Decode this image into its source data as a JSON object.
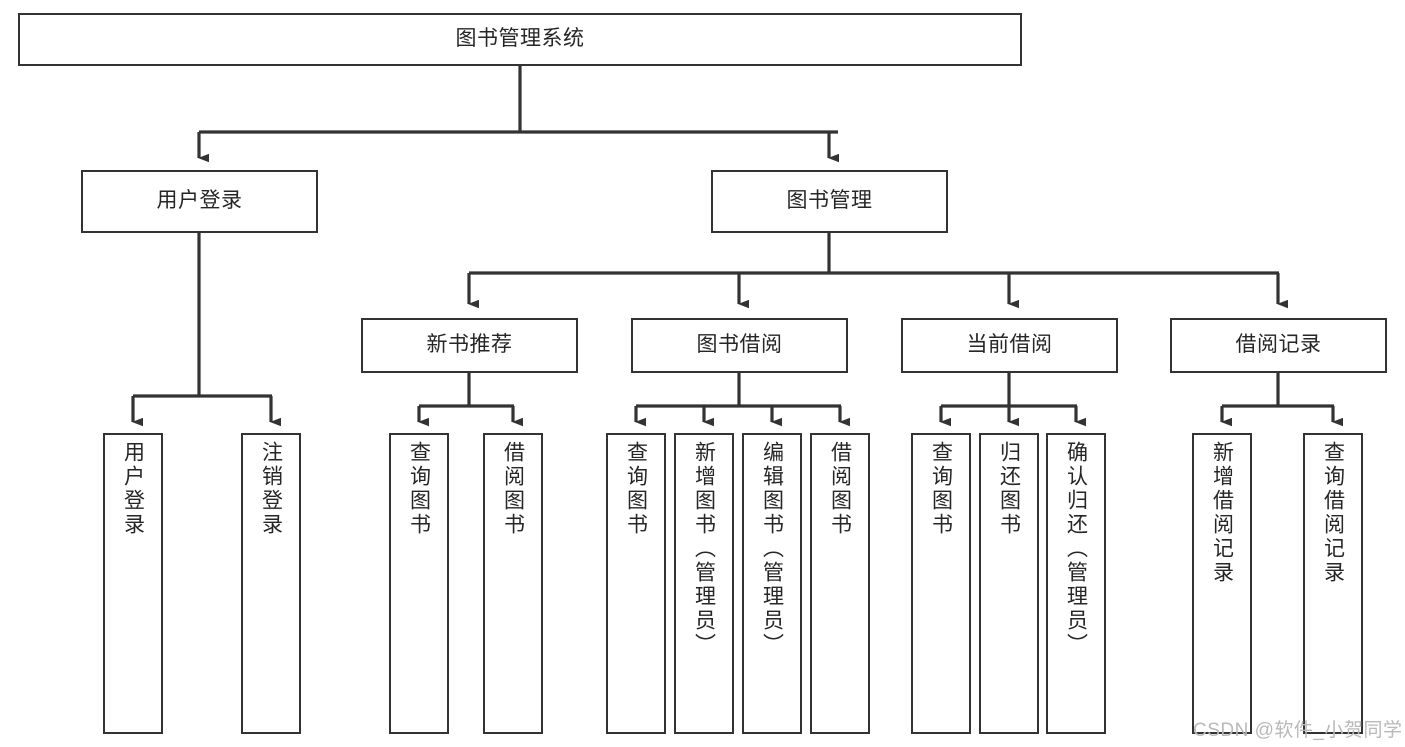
{
  "diagram": {
    "title": "图书管理系统",
    "type": "hierarchy-tree",
    "orientation": "top-down",
    "colors": {
      "box_border": "#333333",
      "box_fill": "#ffffff",
      "connector": "#333333",
      "text": "#262626",
      "watermark": "#b9b9b9"
    },
    "root": {
      "label": "图书管理系统"
    },
    "level2": [
      {
        "label": "用户登录"
      },
      {
        "label": "图书管理"
      }
    ],
    "level3": [
      {
        "label": "新书推荐"
      },
      {
        "label": "图书借阅"
      },
      {
        "label": "当前借阅"
      },
      {
        "label": "借阅记录"
      }
    ],
    "leaves": {
      "user_login": [
        {
          "label": "用户登录"
        },
        {
          "label": "注销登录"
        }
      ],
      "new_book_recommend": [
        {
          "label": "查询图书"
        },
        {
          "label": "借阅图书"
        }
      ],
      "book_borrow": [
        {
          "label": "查询图书"
        },
        {
          "label": "新增图书（管理员）"
        },
        {
          "label": "编辑图书（管理员）"
        },
        {
          "label": "借阅图书"
        }
      ],
      "current_borrow": [
        {
          "label": "查询图书"
        },
        {
          "label": "归还图书"
        },
        {
          "label": "确认归还（管理员）"
        }
      ],
      "borrow_records": [
        {
          "label": "新增借阅记录"
        },
        {
          "label": "查询借阅记录"
        }
      ]
    },
    "watermark": "CSDN @软件_小贺同学"
  }
}
